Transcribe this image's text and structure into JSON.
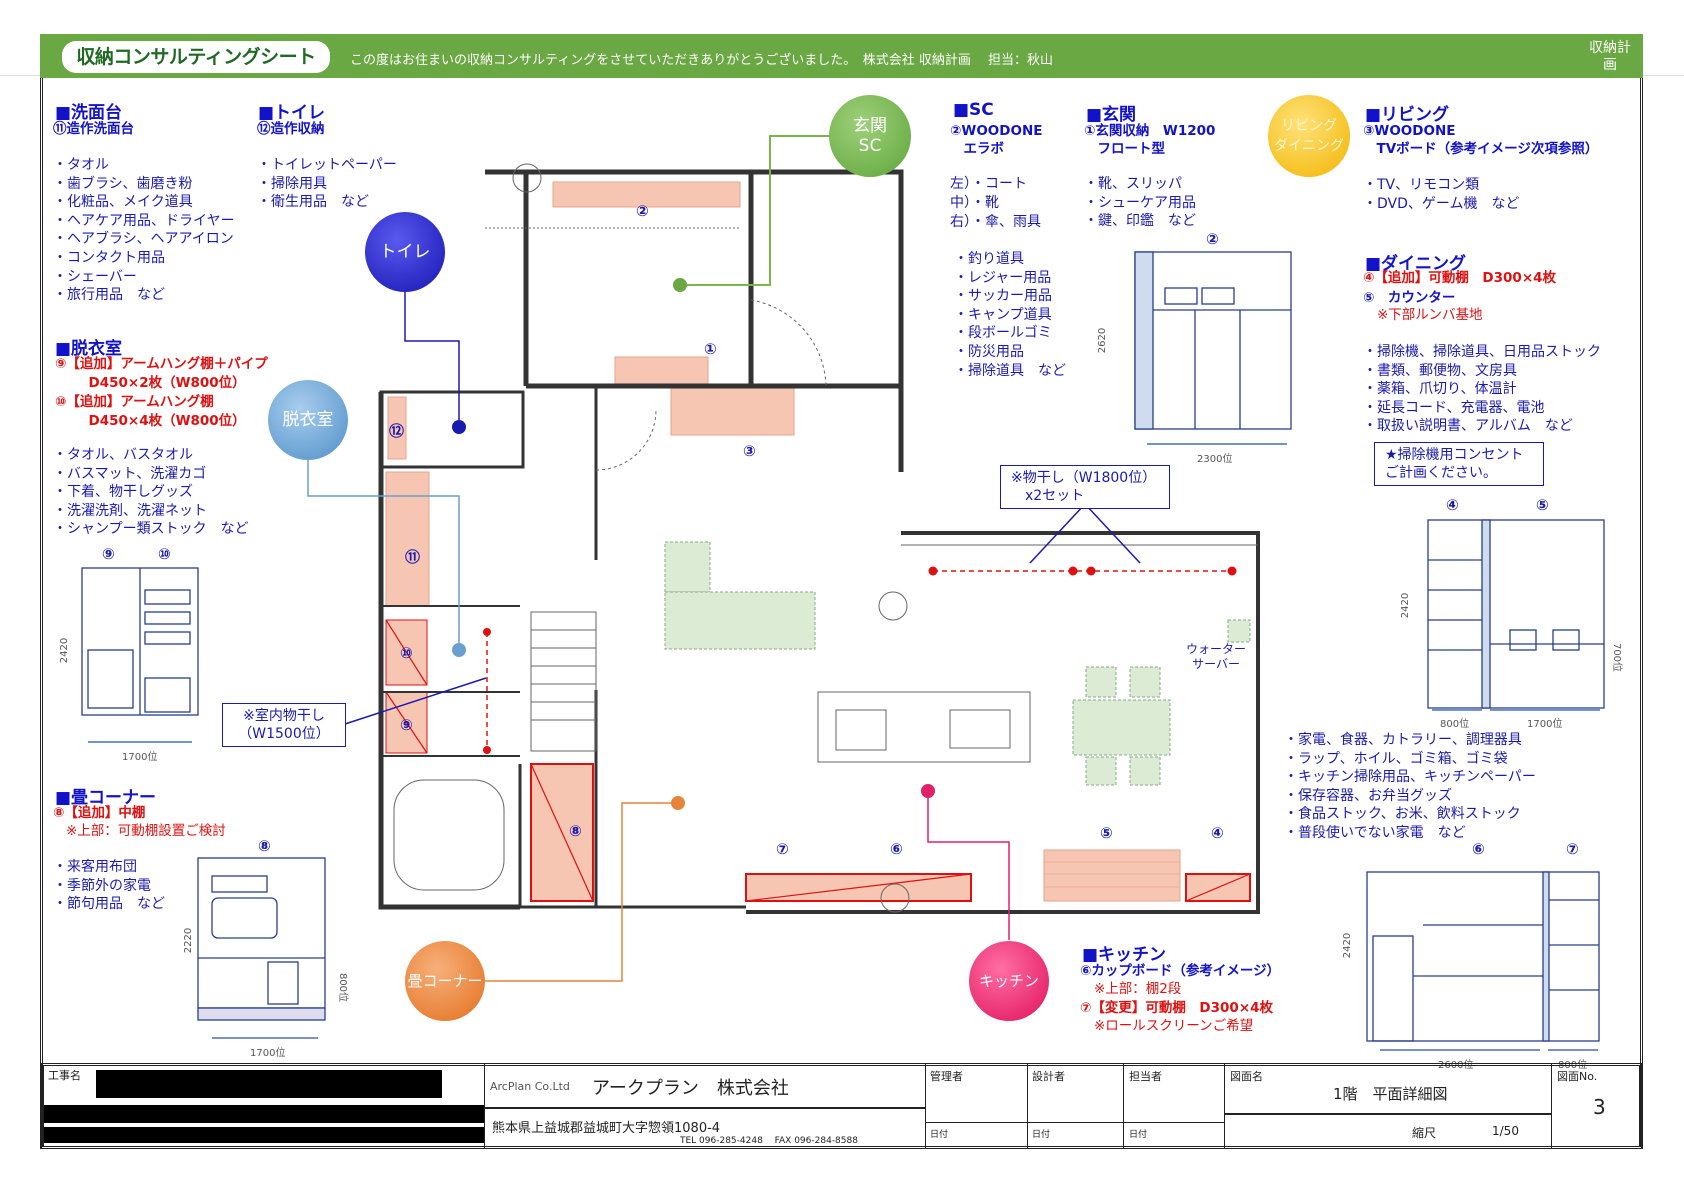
{
  "header": {
    "title": "収納コンサルティングシート",
    "greeting": "この度はお住まいの収納コンサルティングをさせていただきありがとうございました。　株式会社 収納計画　 担当：秋山",
    "tag": "収納計画"
  },
  "circles": {
    "genkan_sc": "玄関\nSC",
    "toilet": "トイレ",
    "datsui": "脱衣室",
    "living": "リビング\nダイニング",
    "tatami": "畳コーナー",
    "kitchen": "キッチン"
  },
  "senmen": {
    "heading": "■洗面台",
    "item": "⑪造作洗面台",
    "list": [
      "タオル",
      "歯ブラシ、歯磨き粉",
      "化粧品、メイク道具",
      "ヘアケア用品、ドライヤー",
      "ヘアブラシ、ヘアアイロン",
      "コンタクト用品",
      "シェーバー",
      "旅行用品　など"
    ]
  },
  "toilet": {
    "heading": "■トイレ",
    "item": "⑫造作収納",
    "list": [
      "トイレットペーパー",
      "掃除用具",
      "衛生用品　など"
    ]
  },
  "datsui": {
    "heading": "■脱衣室",
    "red": [
      "⑨【追加】アームハング棚＋パイプ",
      "　D450×2枚（W800位）",
      "⑩【追加】アームハング棚",
      "　D450×4枚（W800位）"
    ],
    "list": [
      "タオル、バスタオル",
      "バスマット、洗濯カゴ",
      "下着、物干しグッズ",
      "洗濯洗剤、洗濯ネット",
      "シャンプー類ストック　など"
    ],
    "elev_labels": [
      "⑨",
      "⑩"
    ],
    "height": "2420",
    "width": "1700位"
  },
  "indoor_dry": {
    "line1": "※室内物干し",
    "line2": "（W1500位）"
  },
  "tatami": {
    "heading": "■畳コーナー",
    "red": "⑧【追加】中棚",
    "note": "※上部：可動棚設置ご検討",
    "list": [
      "来客用布団",
      "季節外の家電",
      "節句用品　など"
    ],
    "elev_label": "⑧",
    "height": "2220",
    "width": "1700位",
    "lower": "800位"
  },
  "sc": {
    "heading": "■SC",
    "item1": "②WOODONE",
    "item2": "　エラボ",
    "positions": [
      "左）・コート",
      "中）・靴",
      "右）・傘、雨具"
    ],
    "list": [
      "釣り道具",
      "レジャー用品",
      "サッカー用品",
      "キャンプ道具",
      "段ボールゴミ",
      "防災用品",
      "掃除道具　など"
    ]
  },
  "genkan": {
    "heading": "■玄関",
    "item1": "①玄関収納　W1200",
    "item2": "　フロート型",
    "list": [
      "靴、スリッパ",
      "シューケア用品",
      "鍵、印鑑　など"
    ],
    "elev_label": "②",
    "height": "2620",
    "width": "2300位"
  },
  "living": {
    "heading": "■リビング",
    "item1": "③WOODONE",
    "item2": "　TVボード（参考イメージ次項参照）",
    "list": [
      "TV、リモコン類",
      "DVD、ゲーム機　など"
    ]
  },
  "dining": {
    "heading": "■ダイニング",
    "red": "④【追加】可動棚　D300×4枚",
    "item5": "⑤　カウンター",
    "note": "※下部ルンバ基地",
    "list": [
      "掃除機、掃除道具、日用品ストック",
      "書類、郵便物、文房具",
      "薬箱、爪切り、体温計",
      "延長コード、充電器、電池",
      "取扱い説明書、アルバム　など"
    ],
    "star1": "★掃除機用コンセント",
    "star2": "ご計画ください。",
    "elev_labels": [
      "④",
      "⑤"
    ],
    "height": "2420",
    "w1": "800位",
    "w2": "1700位",
    "counter": "700位"
  },
  "kitchen": {
    "heading": "■キッチン",
    "item6": "⑥カップボード（参考イメージ）",
    "note6": "※上部：棚2段",
    "red7": "⑦【変更】可動棚　D300×4枚",
    "note7": "※ロールスクリーンご希望",
    "list": [
      "家電、食器、カトラリー、調理器具",
      "ラップ、ホイル、ゴミ箱、ゴミ袋",
      "キッチン掃除用品、キッチンペーパー",
      "保存容器、お弁当グッズ",
      "食品ストック、お米、飲料ストック",
      "普段使いでない家電　など"
    ],
    "elev_labels": [
      "⑥",
      "⑦"
    ],
    "height": "2420",
    "w1": "2600位",
    "w2": "800位"
  },
  "plan": {
    "labels": [
      "①",
      "②",
      "③",
      "④",
      "⑤",
      "⑥",
      "⑦",
      "⑧",
      "⑨",
      "⑩",
      "⑪",
      "⑫"
    ],
    "laundry": {
      "line1": "※物干し（W1800位）",
      "line2": "　x2セット"
    },
    "water": "ウォーター\nサーバー"
  },
  "titleblock": {
    "project_label": "工事名",
    "company_logo": "ArcPlan Co.Ltd",
    "company": "アークプラン　株式会社",
    "address": "熊本県上益城郡益城町大字惣領1080-4",
    "tel": "TEL 096-285-4248　 FAX 096-284-8588",
    "manager": "管理者",
    "designer": "設計者",
    "person": "担当者",
    "date": "日付",
    "drawing_name_label": "図面名",
    "drawing_name": "1階　平面詳細図",
    "scale_label": "縮尺",
    "scale": "1/50",
    "no_label": "図面No.",
    "no": "3"
  },
  "colors": {
    "header": "#6aa843",
    "storage": "#f7c6b3",
    "red": "#e01010",
    "blue": "#1a1ab0"
  }
}
